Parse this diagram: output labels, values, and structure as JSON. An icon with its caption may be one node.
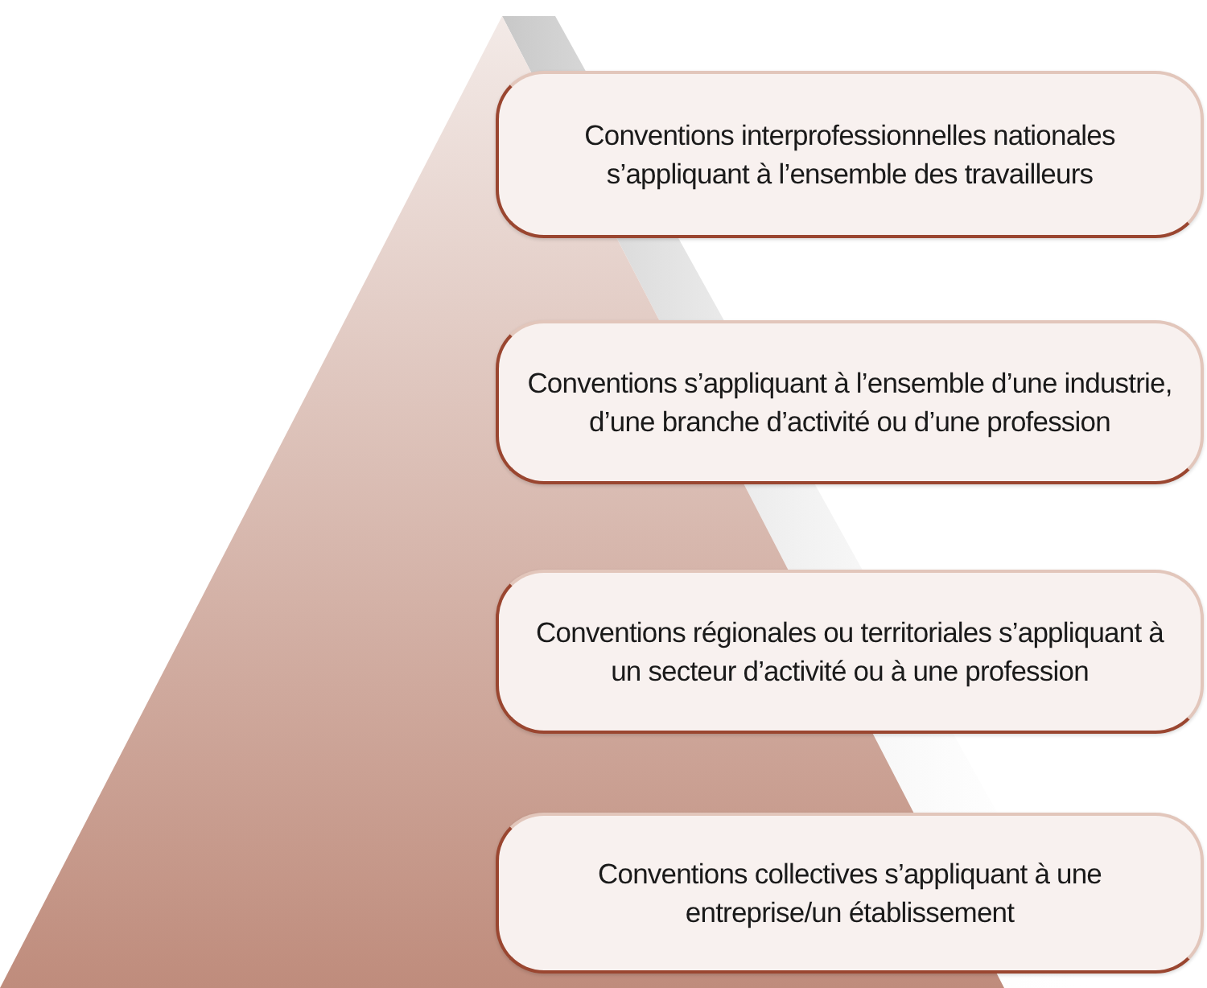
{
  "diagram": {
    "nodes": [
      {
        "text": [
          "Conventions interprofessionnelles nationales s’appliquant à l’ensemble des travailleurs"
        ]
      },
      {
        "text": [
          "Conventions s’appliquant à l’ensemble d’une industrie, d’une branche d’activité ou d’une profession"
        ]
      },
      {
        "text": [
          "Conventions régionales ou territoriales s’appliquant à un secteur d’activité ou à une profession"
        ]
      },
      {
        "text": [
          "Conventions collectives s’appliquant à une entreprise/un établissement"
        ]
      }
    ]
  }
}
